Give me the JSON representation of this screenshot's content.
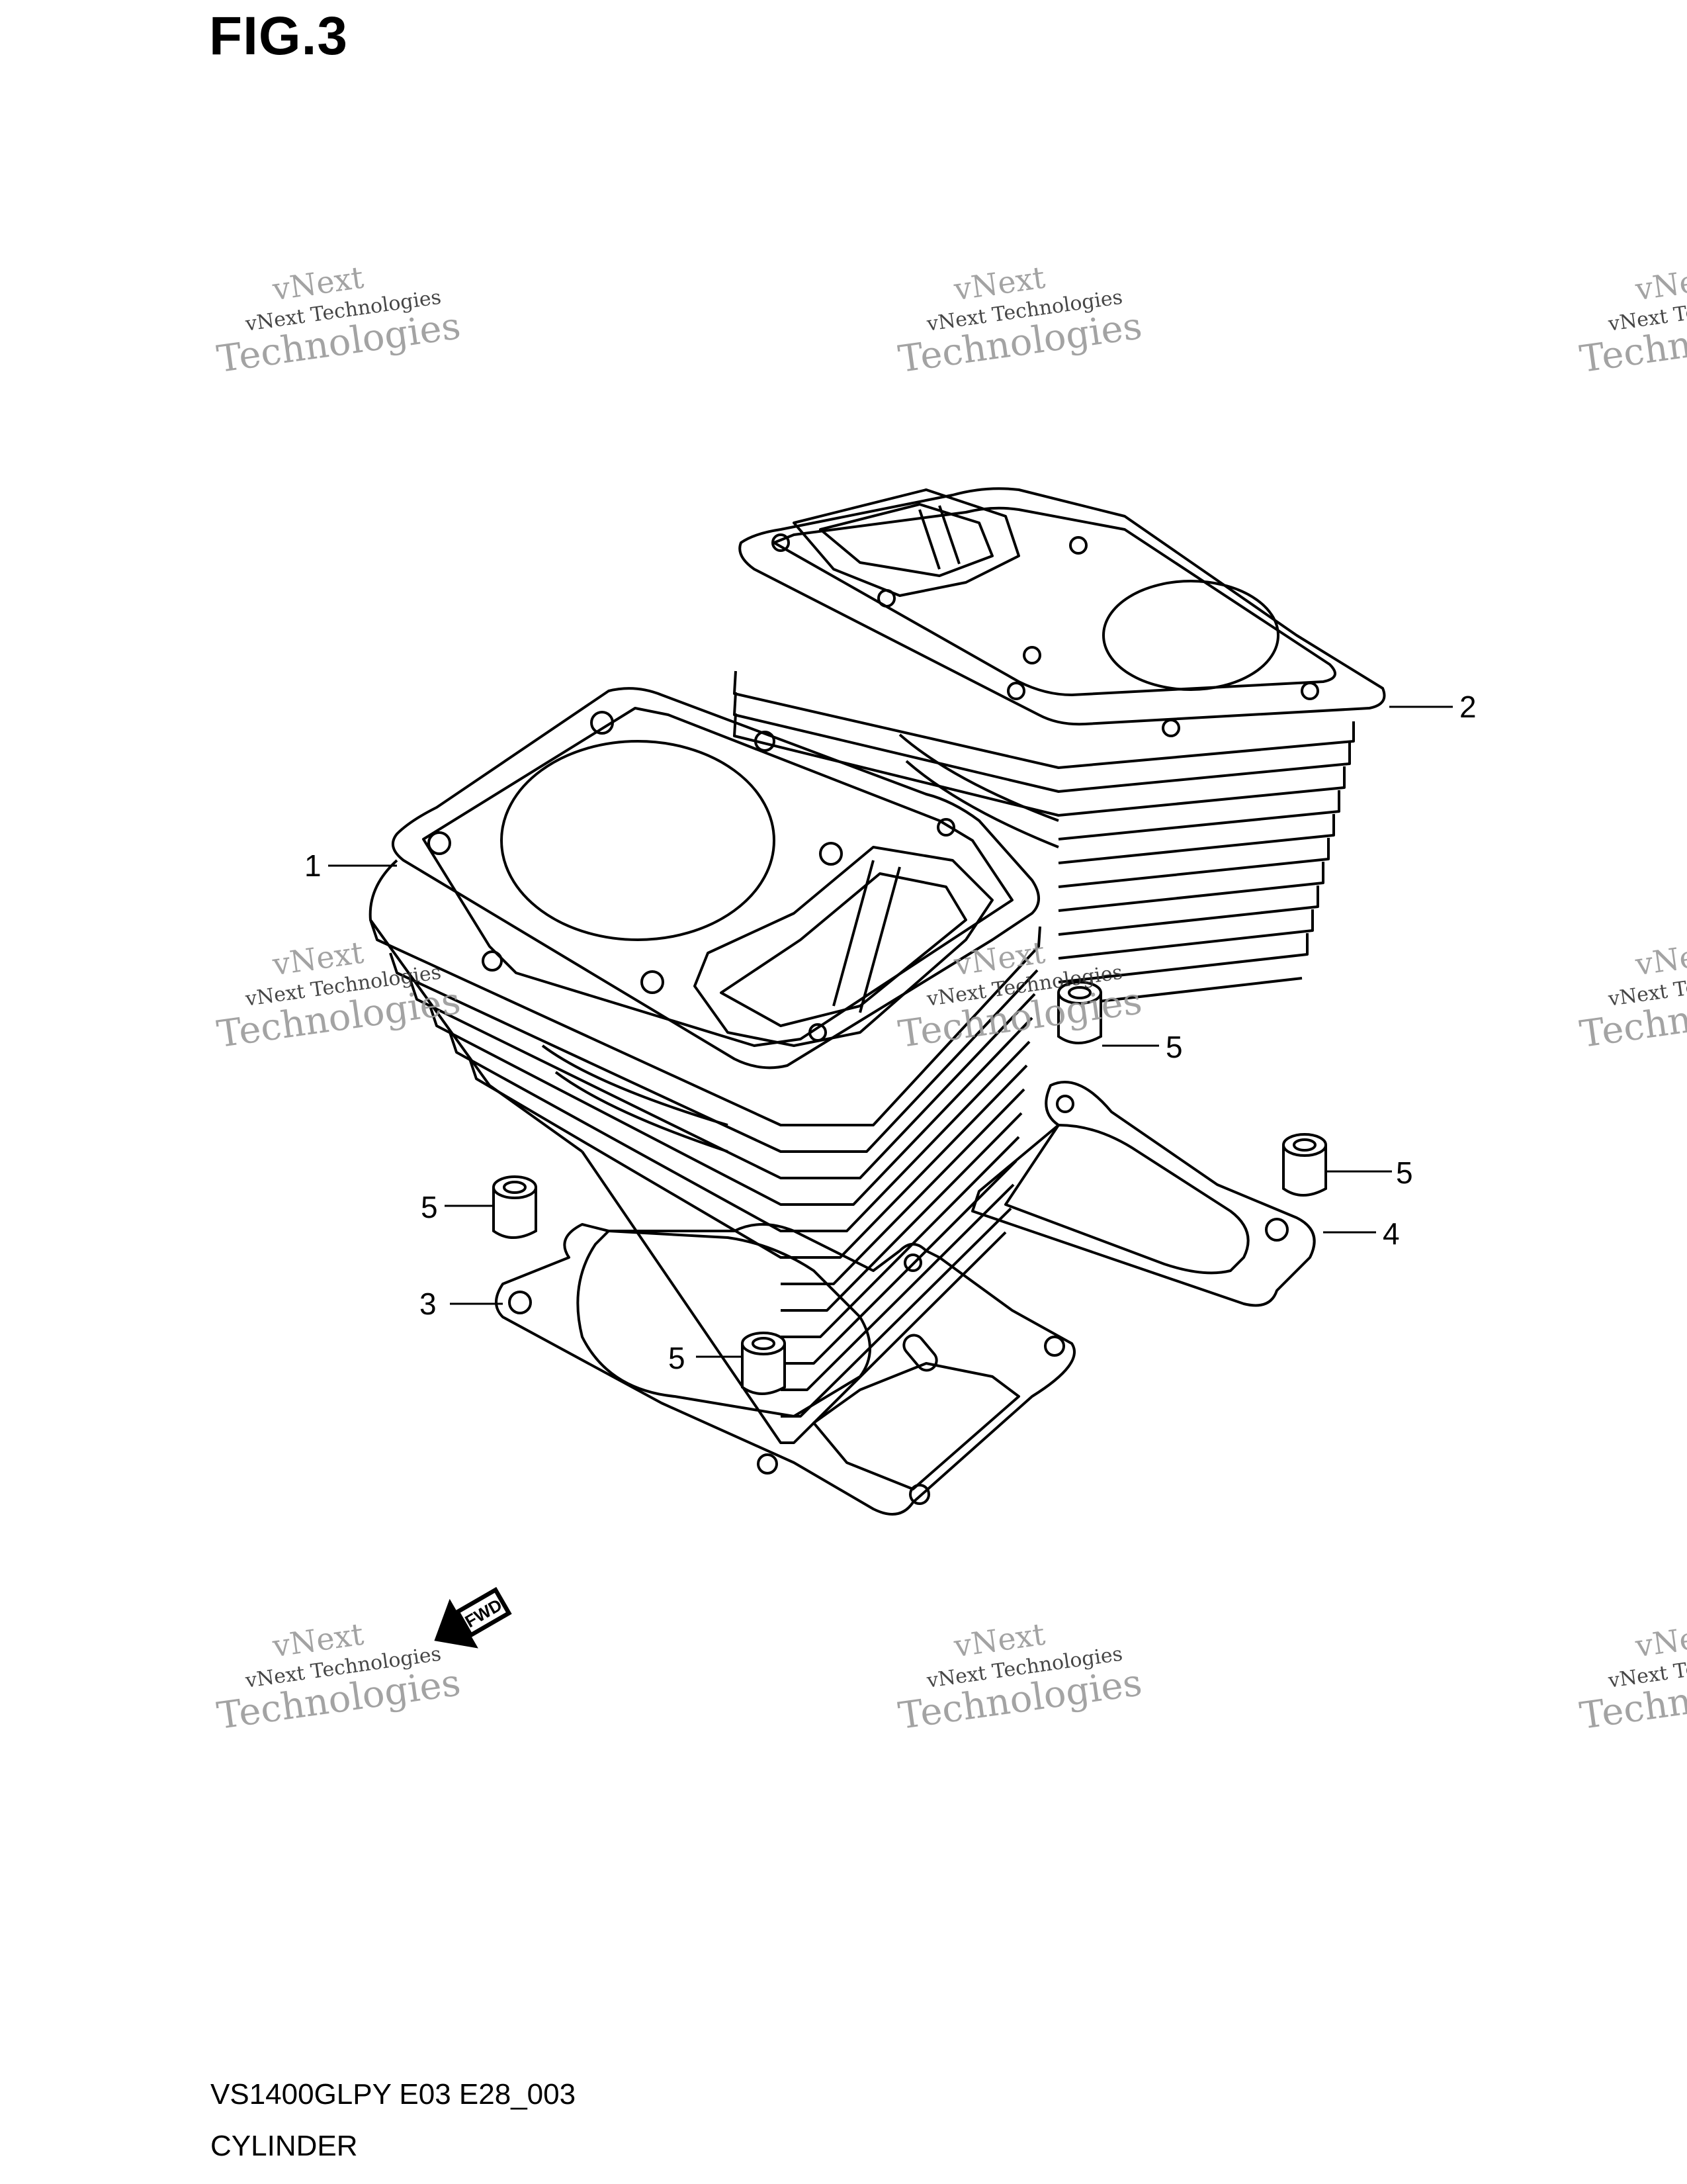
{
  "figure": {
    "title": "FIG.3",
    "model_code": "VS1400GLPY E03 E28_003",
    "section_name": "CYLINDER"
  },
  "callouts": [
    "1",
    "2",
    "3",
    "4",
    "5",
    "5",
    "5",
    "5"
  ],
  "fwd_label": "FWD",
  "watermark": {
    "brand": "vNext",
    "tagline": "vNext Technologies",
    "word": "Technologies"
  },
  "colors": {
    "line": "#000000",
    "watermark": "#9a9a9a",
    "background": "#ffffff"
  }
}
